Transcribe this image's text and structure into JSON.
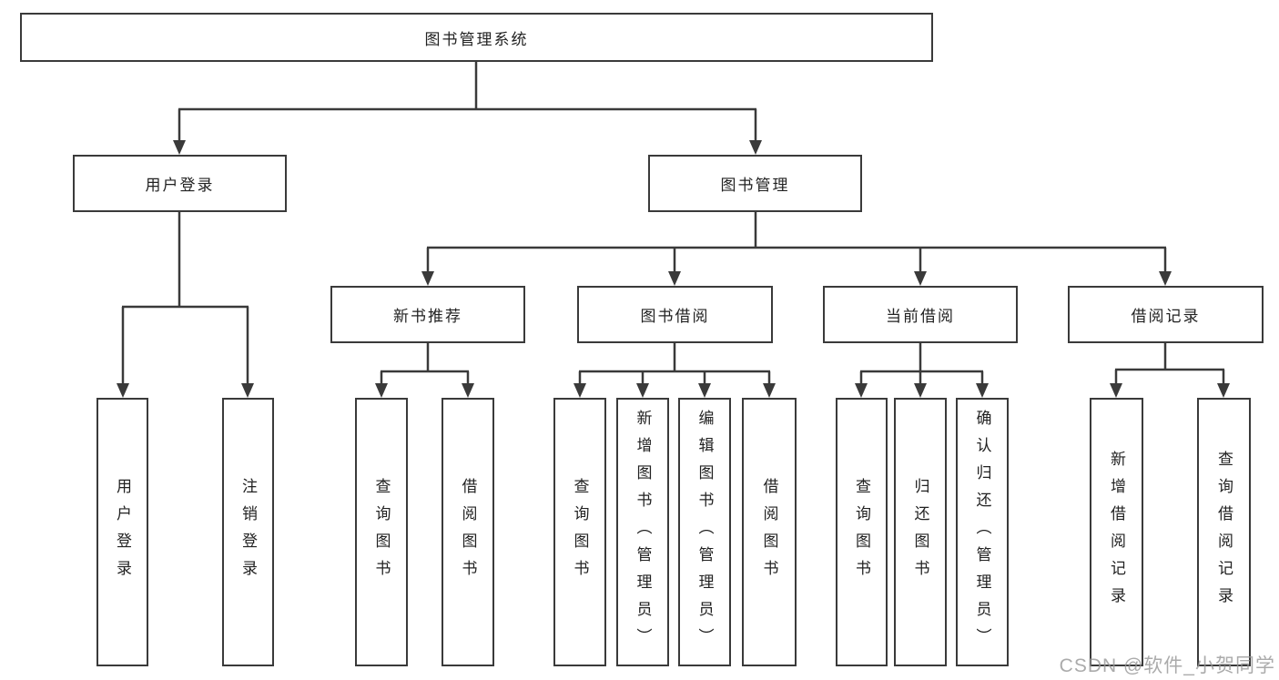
{
  "diagram": {
    "watermark": "CSDN @软件_小贺同学",
    "colors": {
      "line": "#3a3a3a",
      "box_border": "#3a3a3a",
      "text": "#222222",
      "watermark": "#969696",
      "background": "#ffffff"
    },
    "tree": {
      "label": "图书管理系统",
      "children": [
        {
          "label": "用户登录",
          "children": [
            {
              "label": "用户登录"
            },
            {
              "label": "注销登录"
            }
          ]
        },
        {
          "label": "图书管理",
          "children": [
            {
              "label": "新书推荐",
              "children": [
                {
                  "label": "查询图书"
                },
                {
                  "label": "借阅图书"
                }
              ]
            },
            {
              "label": "图书借阅",
              "children": [
                {
                  "label": "查询图书"
                },
                {
                  "label": "新增图书（管理员）"
                },
                {
                  "label": "编辑图书（管理员）"
                },
                {
                  "label": "借阅图书"
                }
              ]
            },
            {
              "label": "当前借阅",
              "children": [
                {
                  "label": "查询图书"
                },
                {
                  "label": "归还图书"
                },
                {
                  "label": "确认归还（管理员）"
                }
              ]
            },
            {
              "label": "借阅记录",
              "children": [
                {
                  "label": "新增借阅记录"
                },
                {
                  "label": "查询借阅记录"
                }
              ]
            }
          ]
        }
      ]
    }
  }
}
